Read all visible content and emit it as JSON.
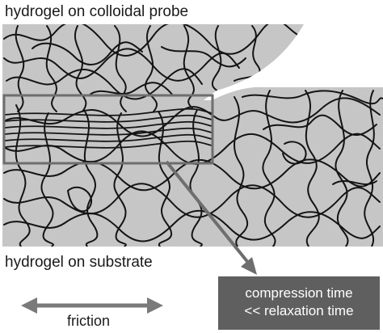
{
  "labels": {
    "top": "hydrogel on colloidal probe",
    "bottom": "hydrogel on substrate",
    "friction": "friction"
  },
  "note": {
    "line1": "compression time",
    "line2": "<< relaxation time"
  },
  "colors": {
    "hydrogel_fill": "#c6c6c6",
    "polymer_chain": "#141414",
    "zoom_box": "#6e6e6e",
    "note_box": "#5f5f5f",
    "arrow": "#6e6e6e"
  }
}
